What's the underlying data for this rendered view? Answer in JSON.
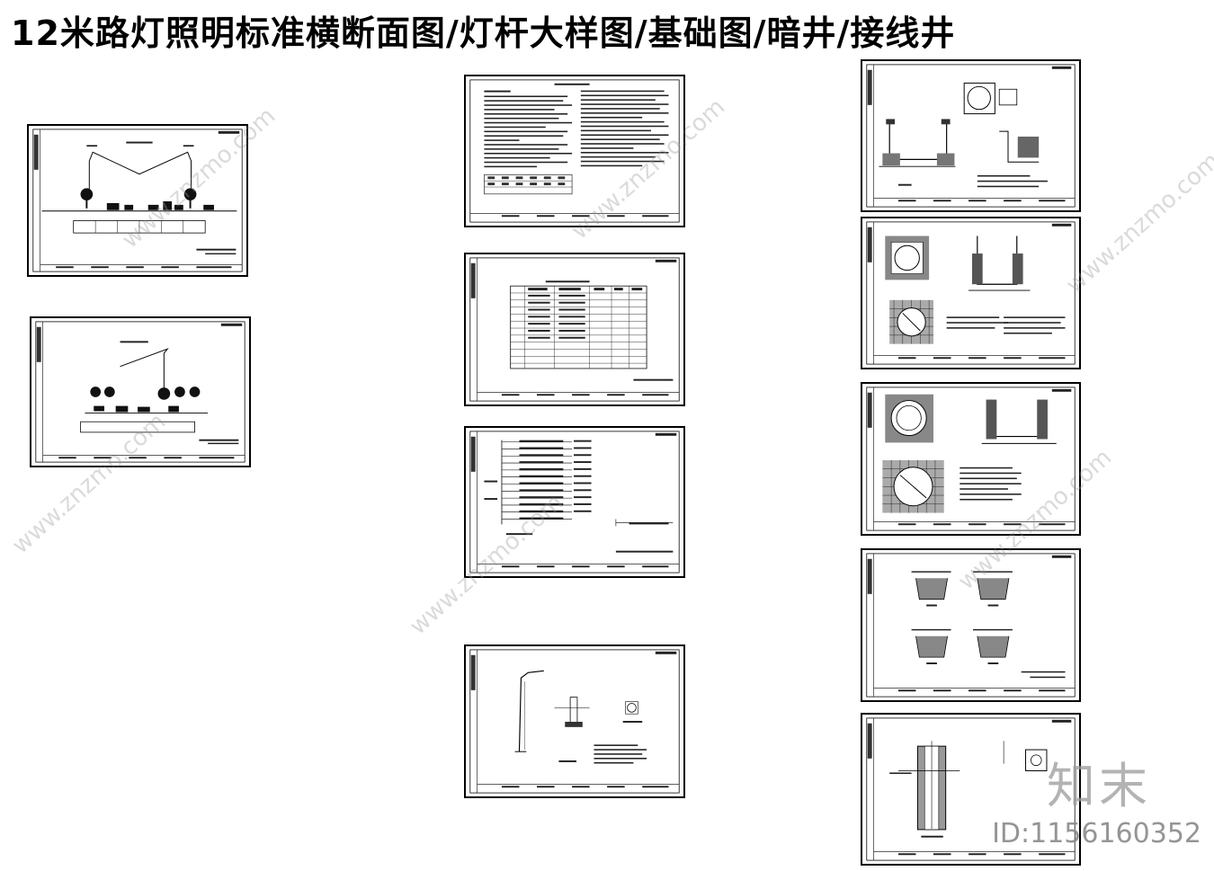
{
  "title": "12米路灯照明标准横断面图/灯杆大样图/基础图/暗井/接线井",
  "watermark": {
    "site": "www.znzmo.com",
    "brand": "知末",
    "id": "ID:1156160352"
  },
  "sheets": [
    {
      "name": "cross-section-1"
    },
    {
      "name": "cross-section-2"
    },
    {
      "name": "design-notes"
    },
    {
      "name": "materials-table"
    },
    {
      "name": "system-diagram"
    },
    {
      "name": "pole-detail"
    },
    {
      "name": "handhole-1"
    },
    {
      "name": "handhole-2"
    },
    {
      "name": "handhole-3"
    },
    {
      "name": "foundation-sections"
    },
    {
      "name": "foundation-detail"
    }
  ]
}
